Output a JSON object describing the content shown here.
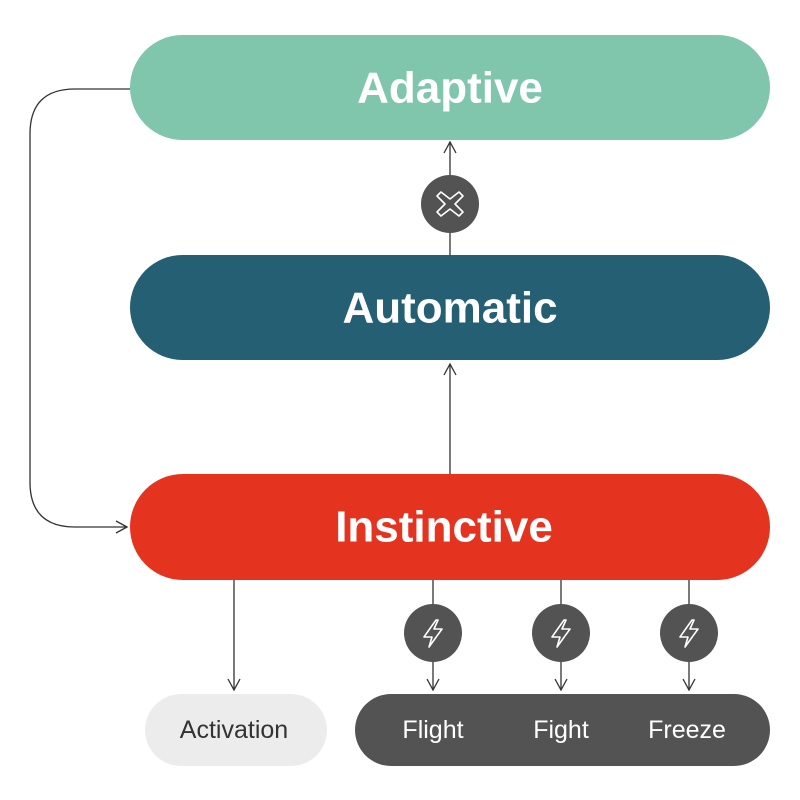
{
  "levels": {
    "adaptive": {
      "label": "Adaptive",
      "color": "#7fc6ad"
    },
    "automatic": {
      "label": "Automatic",
      "color": "#245f73"
    },
    "instinctive": {
      "label": "Instinctive",
      "color": "#e43420"
    }
  },
  "outcomes": {
    "activation": {
      "label": "Activation",
      "color": "#ececec"
    },
    "responses": {
      "color": "#535353",
      "items": [
        {
          "label": "Flight"
        },
        {
          "label": "Fight"
        },
        {
          "label": "Freeze"
        }
      ]
    }
  },
  "icons": {
    "blocked": "close-x-icon",
    "trigger": "lightning-bolt-icon",
    "badge_color": "#535353"
  }
}
